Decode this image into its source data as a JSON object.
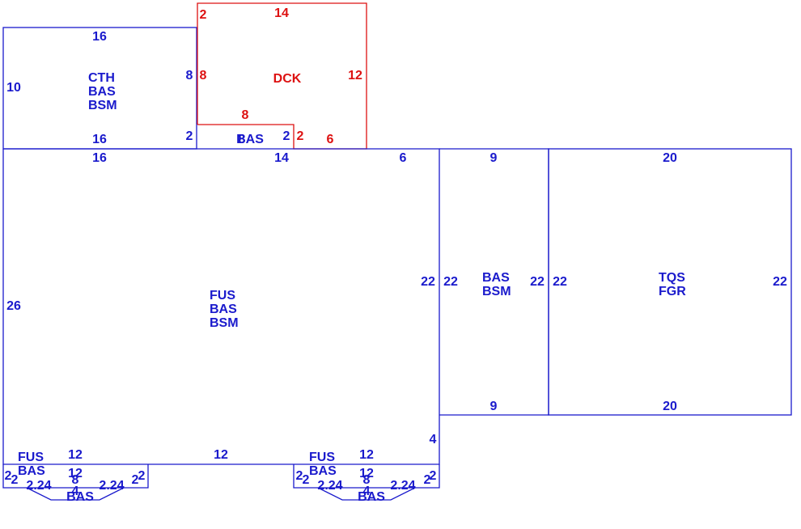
{
  "colors": {
    "blue": "#1a1acc",
    "red": "#dd1111"
  },
  "areas": {
    "cth": {
      "codes": [
        "CTH",
        "BAS",
        "BSM"
      ]
    },
    "dck": {
      "code": "DCK"
    },
    "porch_bas": {
      "code": "BAS"
    },
    "main": {
      "codes": [
        "FUS",
        "BAS",
        "BSM"
      ]
    },
    "mid": {
      "codes": [
        "BAS",
        "BSM"
      ]
    },
    "garage": {
      "codes": [
        "TQS",
        "FGR"
      ]
    },
    "bay_left": {
      "codes": [
        "FUS",
        "BAS"
      ],
      "bottom_code": "BAS"
    },
    "bay_right": {
      "codes": [
        "FUS",
        "BAS"
      ],
      "bottom_code": "BAS"
    }
  },
  "dims": {
    "cth_top": "16",
    "cth_left": "10",
    "cth_right": "8",
    "cth_bottom": "16",
    "cth_small": "2",
    "dck_tl": "2",
    "dck_top": "14",
    "dck_left": "8",
    "dck_right": "12",
    "dck_inner": "8",
    "dck_r2": "2",
    "dck_bottom": "6",
    "porch_label": "8",
    "porch_right": "2",
    "main_top_left": "16",
    "main_top_mid": "14",
    "main_top_right": "6",
    "main_left": "26",
    "main_right": "22",
    "main_right_small": "4",
    "main_bottom_left": "12",
    "main_bottom_mid": "12",
    "main_bottom_right": "12",
    "mid_top": "9",
    "mid_left": "22",
    "mid_right": "22",
    "mid_bottom": "9",
    "gar_top": "20",
    "gar_left": "22",
    "gar_right": "22",
    "gar_bottom": "20",
    "bay_top": "12",
    "bay_side": "2",
    "bay_diag": "2.24",
    "bay_center": "8",
    "bay_bottom": "4"
  }
}
